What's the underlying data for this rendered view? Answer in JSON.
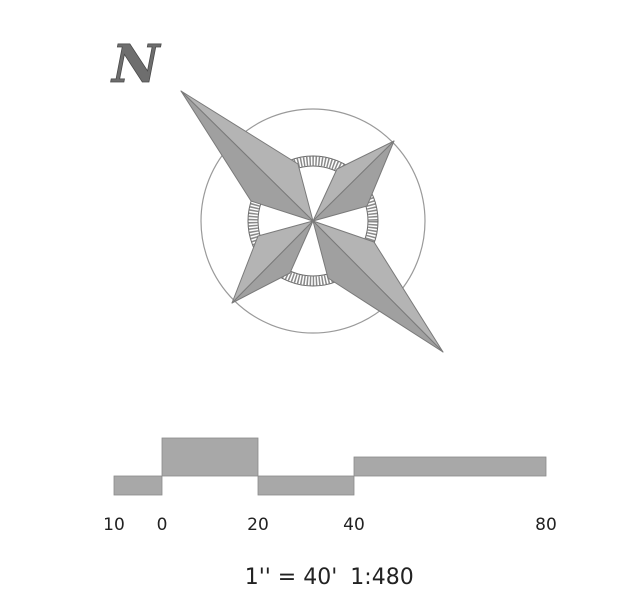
{
  "north_arrow": {
    "letter": "N",
    "icon": "compass-rose-icon"
  },
  "scale_bar": {
    "tick_labels": [
      "10",
      "0",
      "20",
      "40",
      "80"
    ],
    "ratio_text": "1'' = 40'",
    "scale_text": "1:480"
  },
  "colors": {
    "fill": "#a8a8a8",
    "fill_light": "#c4c4c4",
    "stroke": "#7a7a7a",
    "ring": "#9a9a9a",
    "text": "#222222"
  }
}
